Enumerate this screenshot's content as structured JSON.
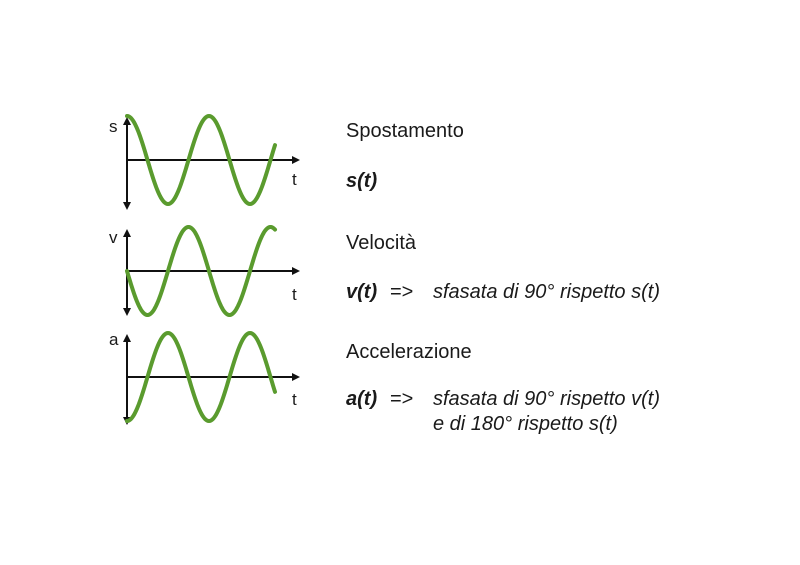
{
  "colors": {
    "wave": "#5a9b2e",
    "wave_dark": "#3f7a1c",
    "axis": "#111111"
  },
  "rows": [
    {
      "axis_y": "s",
      "axis_x": "t",
      "title": "Spostamento",
      "formula": "s(t)",
      "arrow": "",
      "desc1": "",
      "desc2": ""
    },
    {
      "axis_y": "v",
      "axis_x": "t",
      "title": "Velocità",
      "formula": "v(t)",
      "arrow": "=>",
      "desc1": "sfasata di 90° rispetto s(t)",
      "desc2": ""
    },
    {
      "axis_y": "a",
      "axis_x": "t",
      "title": "Accelerazione",
      "formula": "a(t)",
      "arrow": "=>",
      "desc1": "sfasata di 90° rispetto v(t)",
      "desc2": "e di 180° rispetto s(t)"
    }
  ]
}
